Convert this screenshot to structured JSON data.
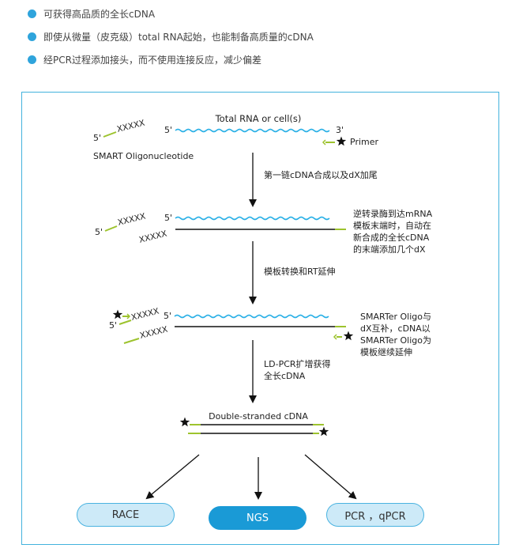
{
  "bullets": [
    "可获得高品质的全长cDNA",
    "即使从微量（皮克级）total  RNA起始，也能制备高质量的cDNA",
    "经PCR过程添加接头，而不使用连接反应，减少偏差"
  ],
  "diagram": {
    "total_rna": "Total  RNA  or  cell(s)",
    "five_prime": "5'",
    "three_prime": "3'",
    "primer": "Primer",
    "xxxxx": "XXXXX",
    "smart_oligo": "SMART  Oligonucleotide",
    "step1": "第一链cDNA合成以及dX加尾",
    "step2": "模板转换和RT延伸",
    "step3_line1": "LD-PCR扩增获得",
    "step3_line2": "全长cDNA",
    "note1": [
      "逆转录酶到达mRNA",
      "模板末端时，自动在",
      "新合成的全长cDNA",
      "的末端添加几个dX"
    ],
    "note2": [
      "SMARTer  Oligo与",
      "dX互补，cDNA以",
      "SMARTer  Oligo为",
      "模板继续延伸"
    ],
    "ds_cdna": "Double-stranded  cDNA"
  },
  "outputs": [
    "RACE",
    "NGS",
    "PCR  ，qPCR"
  ],
  "colors": {
    "accent": "#2fa4dc",
    "rna_wave": "#2ab0e6",
    "adapter_green": "#9dc32e",
    "strand": "#111111",
    "frame": "#43b2dd"
  }
}
